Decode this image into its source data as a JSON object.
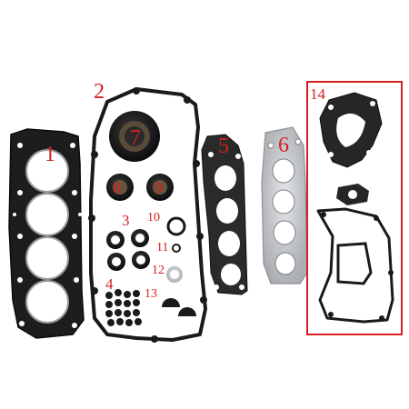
{
  "image": {
    "subject": "engine gasket kit parts photo",
    "background_color": "#ffffff",
    "label_color": "#d42020",
    "box_color": "#d42020",
    "gasket_color": "#1b1b1b",
    "metal_color": "#c7c9cc"
  },
  "labels": {
    "l1": "1",
    "l2": "2",
    "l3": "3",
    "l4": "4",
    "l5": "5",
    "l6": "6",
    "l7": "7",
    "l8": "8",
    "l9": "9",
    "l10": "10",
    "l11": "11",
    "l12": "12",
    "l13": "13",
    "l14": "14"
  }
}
